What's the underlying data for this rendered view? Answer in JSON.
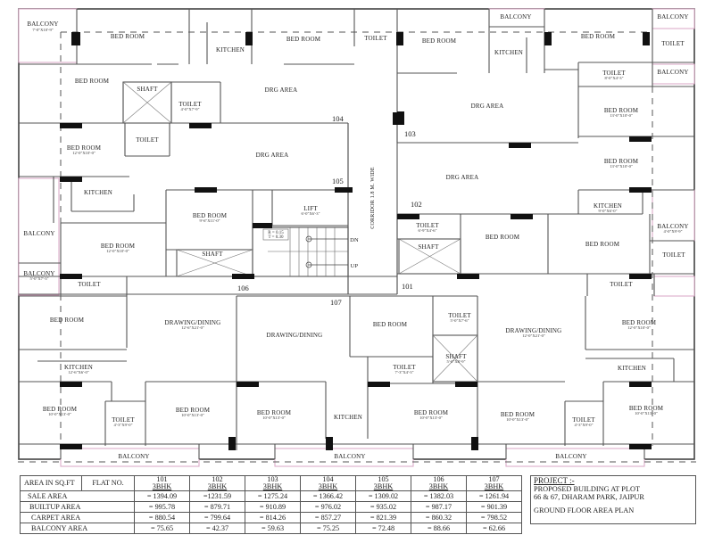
{
  "plan": {
    "title": "GROUND FLOOR AREA PLAN",
    "corridor": "CORRIDOR 1.8 M. WIDE",
    "stairs": {
      "riser": "R = 0.15",
      "tread": "T = 0.30",
      "down": "DN",
      "up": "UP"
    },
    "flat_numbers": [
      "101",
      "102",
      "103",
      "104",
      "105",
      "106",
      "107"
    ],
    "rooms": {
      "balcony_tl": "BALCONY",
      "balcony_tl_dim": "7'-0\"X10'-9\"",
      "bed_t1": "BED ROOM",
      "kitchen_t1": "KITCHEN",
      "bed_t2": "BED ROOM",
      "toilet_t1": "TOILET",
      "bed_l1": "BED ROOM",
      "shaft_1": "SHAFT",
      "toilet_l1": "TOILET",
      "toilet_l1_dim": "4'-0\"X7'-9\"",
      "drg_104": "DRG AREA",
      "bed_l2": "BED ROOM",
      "bed_l2_dim": "12'-0\"X10'-0\"",
      "toilet_l2": "TOILET",
      "drg_105": "DRG AREA",
      "kitchen_l": "KITCHEN",
      "bed_c1": "BED ROOM",
      "bed_c1_dim": "9'-6\"X11'-0\"",
      "lift": "LIFT",
      "lift_dim": "6'-0\"X6'-3\"",
      "balcony_l1": "BALCONY",
      "bed_l3": "BED ROOM",
      "bed_l3_dim": "12'-0\"X10'-0\"",
      "shaft_2": "SHAFT",
      "balcony_l2": "BALCONY",
      "balcony_l2_dim": "5'-0\"X7'-3\"",
      "balcony_t2": "BALCONY",
      "bed_t3": "BED ROOM",
      "kitchen_t2": "KITCHEN",
      "bed_t4": "BED ROOM",
      "balcony_tr": "BALCONY",
      "toilet_tr": "TOILET",
      "toilet_r1": "TOILET",
      "toilet_r1_dim": "8'-0\"X4'-3\"",
      "balcony_r1": "BALCONY",
      "drg_103": "DRG AREA",
      "bed_r1": "BED ROOM",
      "bed_r1_dim": "13'-0\"X10'-0\"",
      "bed_r2": "BED ROOM",
      "bed_r2_dim": "13'-0\"X10'-0\"",
      "drg_102": "DRG AREA",
      "kitchen_r": "KITCHEN",
      "kitchen_r_dim": "9'-0\"X6'-0\"",
      "toilet_r2": "TOILET",
      "toilet_r2_dim": "6'-9\"X4'-6\"",
      "shaft_3": "SHAFT",
      "bed_r3": "BED ROOM",
      "bed_r4": "BED ROOM",
      "balcony_r2": "BALCONY",
      "balcony_r2_dim": "4'-0\"X9'-9\"",
      "toilet_r3": "TOILET",
      "toilet_bl1": "TOILET",
      "balcony_br1": "BALCONY",
      "bed_bl1": "BED ROOM",
      "dd_106": "DRAWING/DINING",
      "dd_106_dim": "12'-6\"X21'-0\"",
      "kitchen_bl": "KITCHEN",
      "kitchen_bl_dim": "12'-6\"X6'-0\"",
      "bed_bl2": "BED ROOM",
      "bed_bl2_dim": "10'-0\"X13'-0\"",
      "toilet_bl2": "TOILET",
      "toilet_bl2_dim": "4'-3\"X9'-0\"",
      "bed_bl3": "BED ROOM",
      "bed_bl3_dim": "10'-0\"X13'-0\"",
      "balcony_b1": "BALCONY",
      "dd_107": "DRAWING/DINING",
      "bed_bc1": "BED ROOM",
      "toilet_bc1": "TOILET",
      "toilet_bc1_dim": "5'-0\"X7'-6\"",
      "shaft_4": "SHAFT",
      "shaft_4_dim": "5'-0\"X8'-9\"",
      "toilet_bc2": "TOILET",
      "toilet_bc2_dim": "7'-3\"X4'-3\"",
      "bed_bc2": "BED ROOM",
      "bed_bc2_dim": "10'-0\"X13'-0\"",
      "kitchen_bc": "KITCHEN",
      "bed_bc3": "BED ROOM",
      "bed_bc3_dim": "10'-0\"X13'-0\"",
      "balcony_b2": "BALCONY",
      "dd_101": "DRAWING/DINING",
      "dd_101_dim": "12'-0\"X21'-0\"",
      "toilet_br1": "TOILET",
      "bed_br1": "BED ROOM",
      "bed_br1_dim": "12'-0\"X10'-0\"",
      "kitchen_br": "KITCHEN",
      "bed_br2": "BED ROOM",
      "bed_br2_dim": "10'-0\"X13'-0\"",
      "toilet_br2": "TOILET",
      "toilet_br2_dim": "4'-3\"X9'-0\"",
      "bed_br3": "BED ROOM",
      "bed_br3_dim": "10'-0\"X13'-0\"",
      "balcony_b3": "BALCONY"
    }
  },
  "table": {
    "header_label": "AREA IN SQ.FT",
    "flat_no_label": "FLAT NO.",
    "flats": [
      {
        "no": "101",
        "type": "3BHK"
      },
      {
        "no": "102",
        "type": "3BHK"
      },
      {
        "no": "103",
        "type": "3BHK"
      },
      {
        "no": "104",
        "type": "3BHK"
      },
      {
        "no": "105",
        "type": "3BHK"
      },
      {
        "no": "106",
        "type": "3BHK"
      },
      {
        "no": "107",
        "type": "3BHK"
      }
    ],
    "rows": [
      {
        "label": "SALE AREA",
        "values": [
          "= 1394.09",
          "=1231.59",
          "= 1275.24",
          "= 1366.42",
          "= 1309.02",
          "= 1382.03",
          "= 1261.94"
        ]
      },
      {
        "label": "BUILTUP AREA",
        "values": [
          "= 995.78",
          "= 879.71",
          "= 910.89",
          "= 976.02",
          "= 935.02",
          "= 987.17",
          "= 901.39"
        ]
      },
      {
        "label": "CARPET AREA",
        "values": [
          "= 880.54",
          "= 799.64",
          "= 814.26",
          "= 857.27",
          "= 821.39",
          "= 860.32",
          "= 798.52"
        ]
      },
      {
        "label": "BALCONY AREA",
        "values": [
          "= 75.65",
          "= 42.37",
          "= 59.63",
          "= 75.25",
          "= 72.48",
          "= 88.66",
          "= 62.66"
        ]
      }
    ]
  },
  "project": {
    "heading": "PROJECT :-",
    "line1": "PROPOSED BUILDING AT PLOT",
    "line2": "66 & 67, DHARAM PARK, JAIPUR",
    "plan_title": "GROUND FLOOR AREA PLAN"
  }
}
